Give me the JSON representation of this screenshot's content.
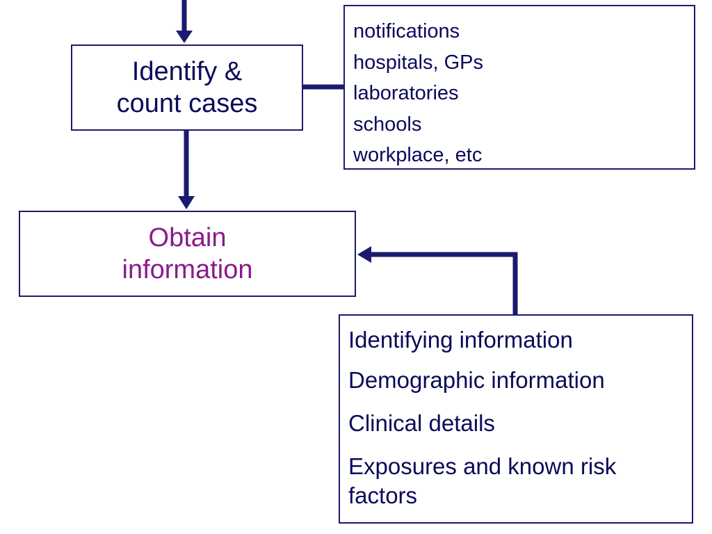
{
  "diagram": {
    "identify_box": {
      "lines": [
        "Identify &",
        "count cases"
      ]
    },
    "obtain_box": {
      "lines": [
        "Obtain",
        "information"
      ]
    },
    "sources_box": {
      "items": [
        "notifications",
        "hospitals, GPs",
        "laboratories",
        "schools",
        "workplace, etc"
      ]
    },
    "information_box": {
      "items": [
        "Identifying information",
        "Demographic information",
        "Clinical details",
        "Exposures and known risk factors"
      ]
    },
    "colors": {
      "arrow": "#1a1a6e",
      "border": "#1a1a6e",
      "text": "#0a0a5a",
      "highlight": "#8b1a8b"
    }
  }
}
